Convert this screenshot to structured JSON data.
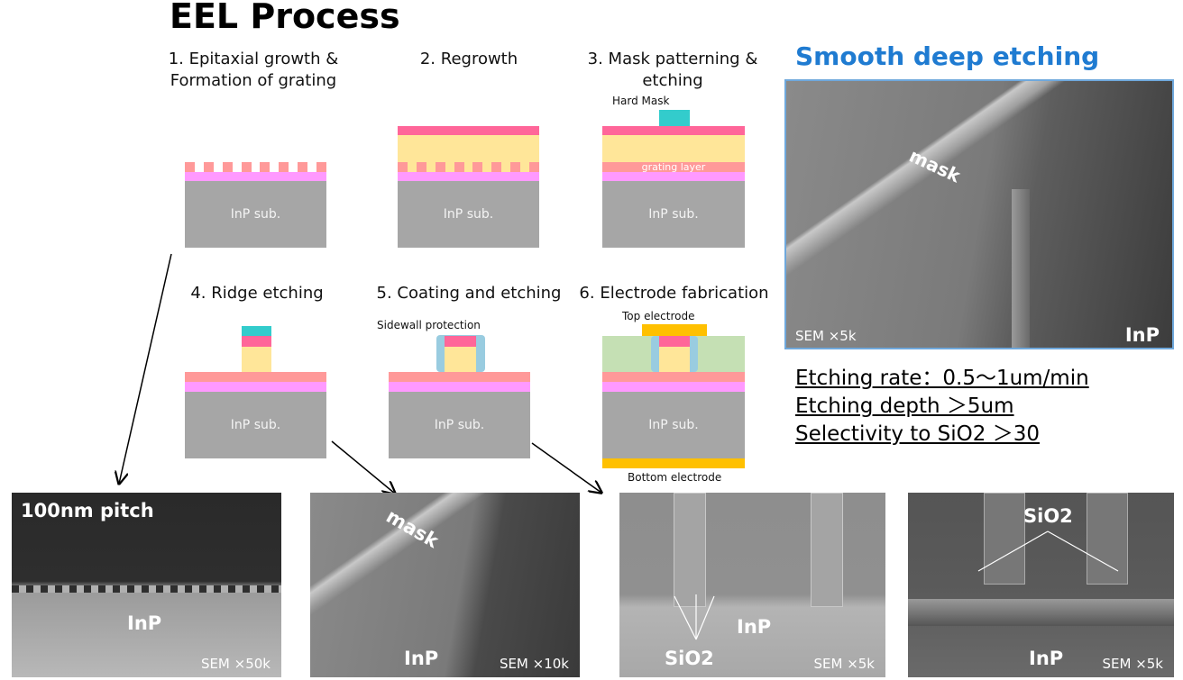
{
  "title": "EEL Process",
  "steps": [
    {
      "label": "1. Epitaxial growth &",
      "label2": "Formation of grating"
    },
    {
      "label": "2. Regrowth"
    },
    {
      "label": "3. Mask patterning &",
      "label2": "etching"
    },
    {
      "label": "4. Ridge etching"
    },
    {
      "label": "5. Coating and etching"
    },
    {
      "label": "6. Electrode fabrication"
    }
  ],
  "diagram": {
    "substrate": "InP sub.",
    "hard_mask": "Hard Mask",
    "grating_layer": "grating layer",
    "sidewall": "Sidewall protection",
    "top_electrode": "Top electrode",
    "bottom_electrode": "Bottom electrode"
  },
  "right": {
    "heading": "Smooth deep etching",
    "mask": "mask",
    "material": "InP",
    "sem": "SEM ×5k",
    "specs": [
      "Etching rate：0.5～1um/min",
      "Etching depth ＞5um",
      "Selectivity to SiO2 ＞30"
    ]
  },
  "sem_images": [
    {
      "title": "100nm pitch",
      "material": "InP",
      "sem": "SEM ×50k"
    },
    {
      "mask": "mask",
      "material": "InP",
      "sem": "SEM ×10k"
    },
    {
      "material": "InP",
      "oxide": "SiO2",
      "sem": "SEM ×5k"
    },
    {
      "material": "InP",
      "oxide": "SiO2",
      "sem": "SEM ×5k"
    }
  ],
  "colors": {
    "heading": "#1f7bd1",
    "substrate": "#a6a6a6",
    "cladding": "#ff6699",
    "core": "#ffe699",
    "grating": "#ff9999",
    "layer": "#ff99ff",
    "mask": "#33cccc",
    "electrode": "#ffc000"
  }
}
